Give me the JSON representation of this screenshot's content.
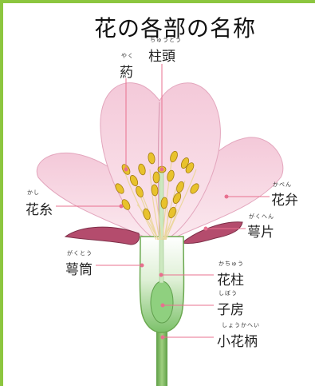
{
  "title": "花の各部の名称",
  "colors": {
    "frame": "#8cc63f",
    "petal": "#f2c6d6",
    "petal_edge": "#d98aa8",
    "sepal": "#b1486b",
    "receptacle": "#7fc47a",
    "stem": "#78b85a",
    "anther": "#e7c12e",
    "leader": "#e86a8a"
  },
  "labels": {
    "anther": {
      "text": "葯",
      "ruby": "やく"
    },
    "stigma": {
      "text": "柱頭",
      "ruby": "ちゅうとう"
    },
    "filament": {
      "text": "花糸",
      "ruby": "かし"
    },
    "petal": {
      "text": "花弁",
      "ruby": "かべん"
    },
    "sepal": {
      "text": "萼片",
      "ruby": "がくへん"
    },
    "calyx_tube": {
      "text": "萼筒",
      "ruby": "がくとう"
    },
    "style": {
      "text": "花柱",
      "ruby": "かちゅう"
    },
    "ovary": {
      "text": "子房",
      "ruby": "しぼう"
    },
    "pedicel": {
      "text": "小花柄",
      "ruby": "しょうかへい"
    }
  }
}
